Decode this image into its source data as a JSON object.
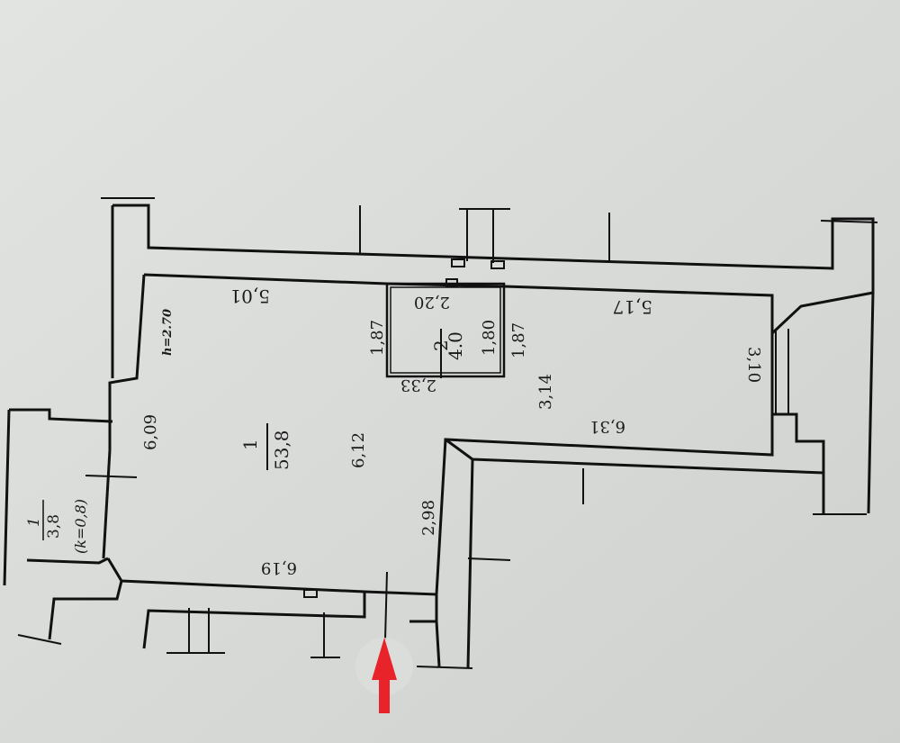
{
  "plan": {
    "ceiling_height": "h=2.70",
    "rooms": [
      {
        "id": "main-room",
        "number": "1",
        "area": "53,8"
      },
      {
        "id": "bathroom",
        "number": "2",
        "area": "4.0"
      },
      {
        "id": "balcony",
        "number": "1",
        "area": "3,8",
        "coefficient": "(k=0,8)"
      }
    ],
    "dimensions": {
      "top_left": "5,01",
      "top_right": "5,17",
      "left_wall": "6,09",
      "center_vertical": "6,12",
      "bath_left": "1,87",
      "bath_top": "2,20",
      "bath_inner": "1,80",
      "bath_right": "1,87",
      "bath_bottom": "2,33",
      "right_center": "3,14",
      "right_wall": "3,10",
      "bottom_right": "6,31",
      "bottom_left": "6,19",
      "corridor": "2,98"
    },
    "entrance_arrow_color": "#e8232a"
  }
}
